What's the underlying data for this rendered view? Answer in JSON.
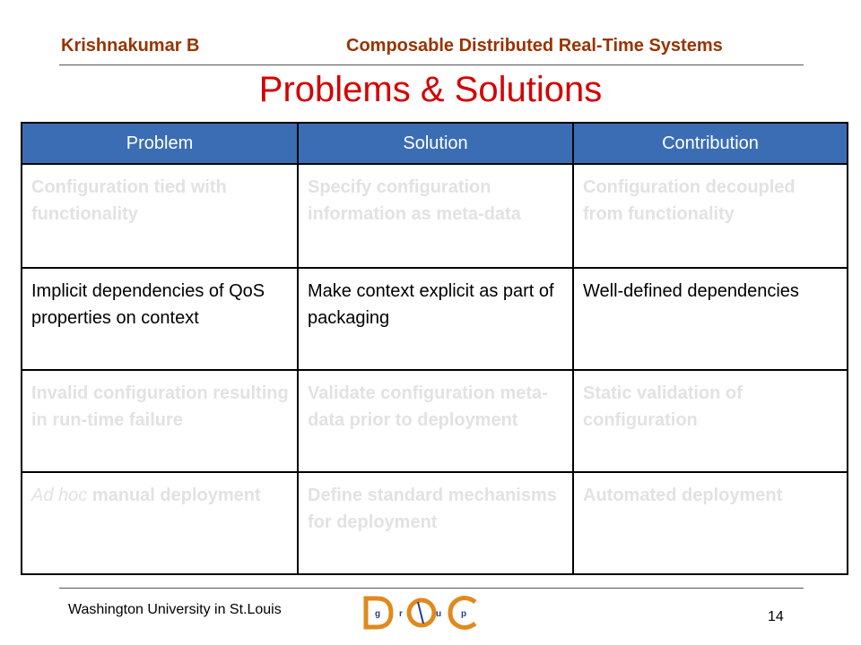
{
  "header": {
    "author": "Krishnakumar B",
    "course": "Composable Distributed Real-Time Systems"
  },
  "title": "Problems & Solutions",
  "table": {
    "columns": [
      "Problem",
      "Solution",
      "Contribution"
    ],
    "rows": [
      {
        "problem": "Configuration tied with functionality",
        "solution": "Specify configuration information as meta-data",
        "contribution": "Configuration decoupled from functionality"
      },
      {
        "problem": "Implicit dependencies of QoS properties on context",
        "solution": "Make context explicit as part of packaging",
        "contribution": "Well-defined dependencies"
      },
      {
        "problem": "Invalid configuration resulting in run-time failure",
        "solution": "Validate configuration meta-data prior to deployment",
        "contribution": "Static validation of configuration"
      },
      {
        "problem_em": "Ad hoc",
        "problem_rest": " manual deployment",
        "solution": "Define standard mechanisms for deployment",
        "contribution": "Automated deployment"
      }
    ]
  },
  "footer": {
    "institution": "Washington University in St.Louis",
    "page": "14",
    "logo_text": "DOC",
    "logo_letters": [
      "g",
      "r",
      "u",
      "p"
    ]
  },
  "colors": {
    "header_text": "#993300",
    "title": "#d40000",
    "table_header_bg": "#3b6db4",
    "faded_text": "#e2e2e2",
    "logo_orange": "#e08a1e",
    "logo_blue": "#1f3f8f"
  }
}
